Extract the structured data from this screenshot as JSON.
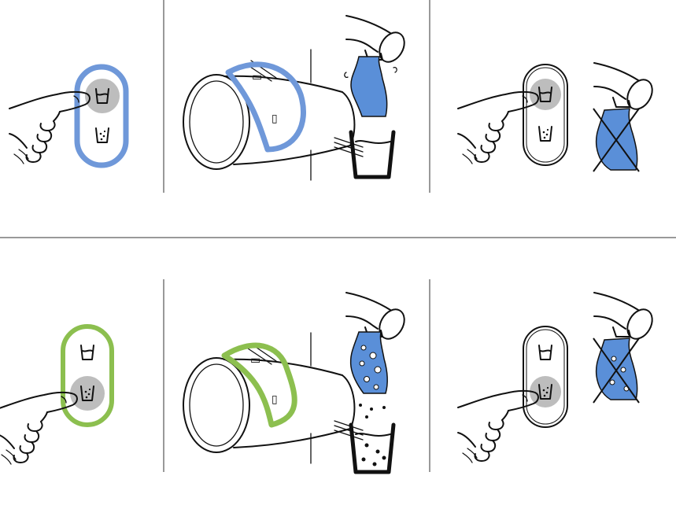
{
  "colors": {
    "still_accent": "#6f98d9",
    "sparkling_accent": "#8cbf4f",
    "water_fill": "#5a8fd8",
    "button_grey": "#bdbdbd",
    "divider": "#999999",
    "ink": "#111111"
  },
  "rows": [
    {
      "id": "still",
      "panels": [
        {
          "id": "press-button",
          "icons": [
            "hand-icon",
            "still-water-button-icon",
            "sparkling-water-button-icon"
          ]
        },
        {
          "id": "tap-selector",
          "icons": [
            "tap-body-icon",
            "still-symbol-icon",
            "sparkling-symbol-icon"
          ]
        },
        {
          "id": "stop-dispense",
          "icons": [
            "hand-icon",
            "tap-spout-icon",
            "crossed-water-icon"
          ]
        }
      ]
    },
    {
      "id": "sparkling",
      "panels": [
        {
          "id": "press-button",
          "icons": [
            "hand-icon",
            "still-water-button-icon",
            "sparkling-water-button-icon"
          ]
        },
        {
          "id": "tap-selector",
          "icons": [
            "tap-body-icon",
            "still-symbol-icon",
            "sparkling-symbol-icon"
          ]
        },
        {
          "id": "stop-dispense",
          "icons": [
            "hand-icon",
            "tap-spout-icon",
            "crossed-water-icon"
          ]
        }
      ]
    }
  ]
}
